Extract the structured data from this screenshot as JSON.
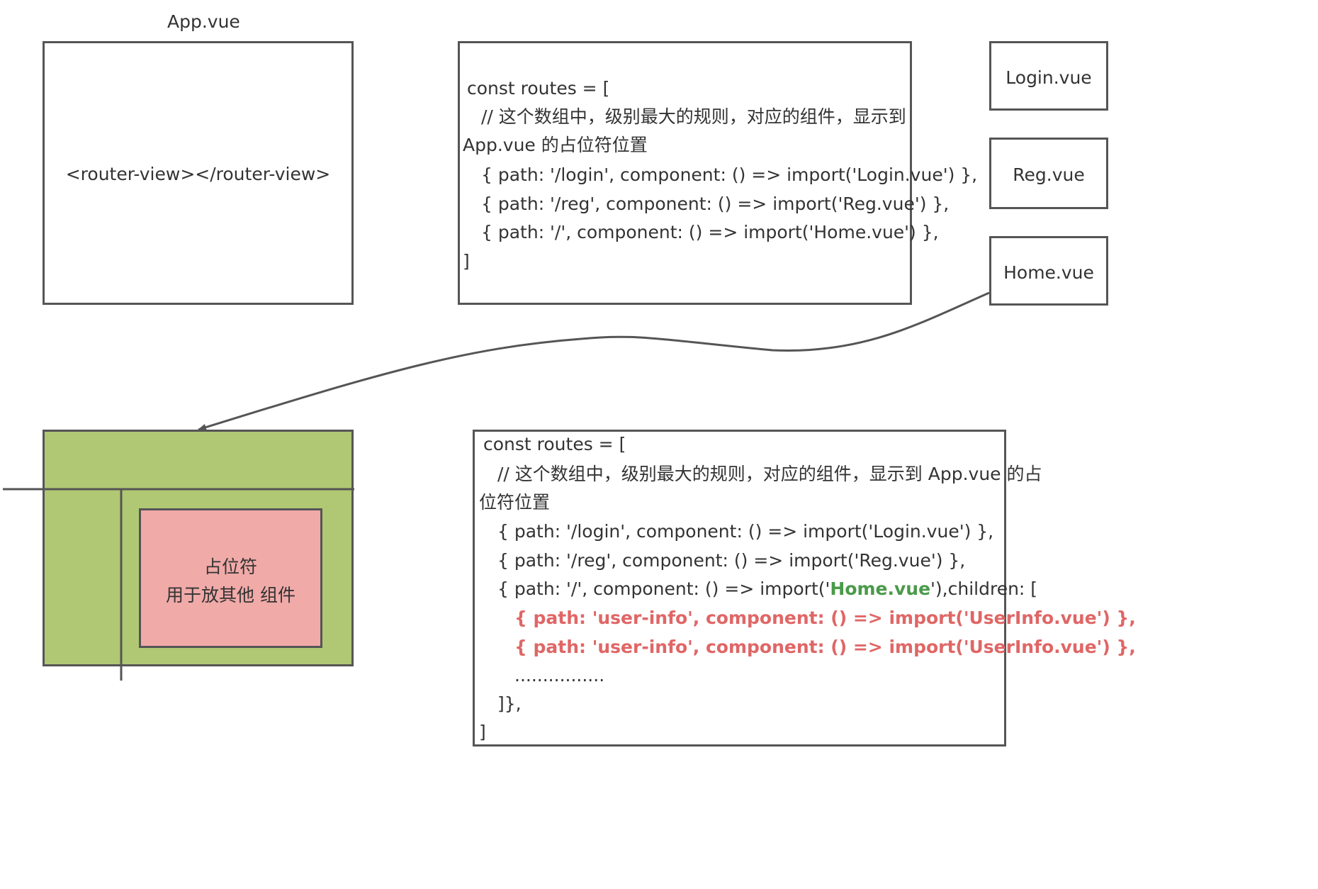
{
  "app": {
    "title": "App.vue",
    "router_view": "<router-view></router-view>"
  },
  "components": {
    "login": "Login.vue",
    "reg": "Reg.vue",
    "home": "Home.vue"
  },
  "routes_top": {
    "line1": "const routes = [",
    "line2": "// 这个数组中，级别最大的规则，对应的组件，显示到",
    "line3": "App.vue 的占位符位置",
    "line4": "{  path: '/login', component: () => import('Login.vue')  },",
    "line5": "{  path: '/reg', component: () => import('Reg.vue')  },",
    "line6": "{  path: '/', component: () => import('Home.vue')  },",
    "line7": "]"
  },
  "layout_demo": {
    "placeholder_line1": "占位符",
    "placeholder_line2": "用于放其他 组件"
  },
  "routes_bottom": {
    "line1": "const routes = [",
    "line2": "// 这个数组中，级别最大的规则，对应的组件，显示到 App.vue 的占",
    "line3": "位符位置",
    "line4": "{  path: '/login', component: () => import('Login.vue')  },",
    "line5": "{  path: '/reg', component: () => import('Reg.vue')  },",
    "line6_pre": "{  path: '/', component: () => import('",
    "line6_home": "Home.vue",
    "line6_post": "'),children: [",
    "child1": "{ path: 'user-info', component: () => import('UserInfo.vue') },",
    "child2": "{ path: 'user-info', component: () => import('UserInfo.vue') },",
    "dots": "................",
    "close_children": "]},",
    "close": "]"
  },
  "colors": {
    "green_box": "#b0c873",
    "pink_box": "#f0aaa8",
    "highlight_red": "#e06666",
    "highlight_green": "#4a9a4a",
    "stroke": "#555555"
  }
}
